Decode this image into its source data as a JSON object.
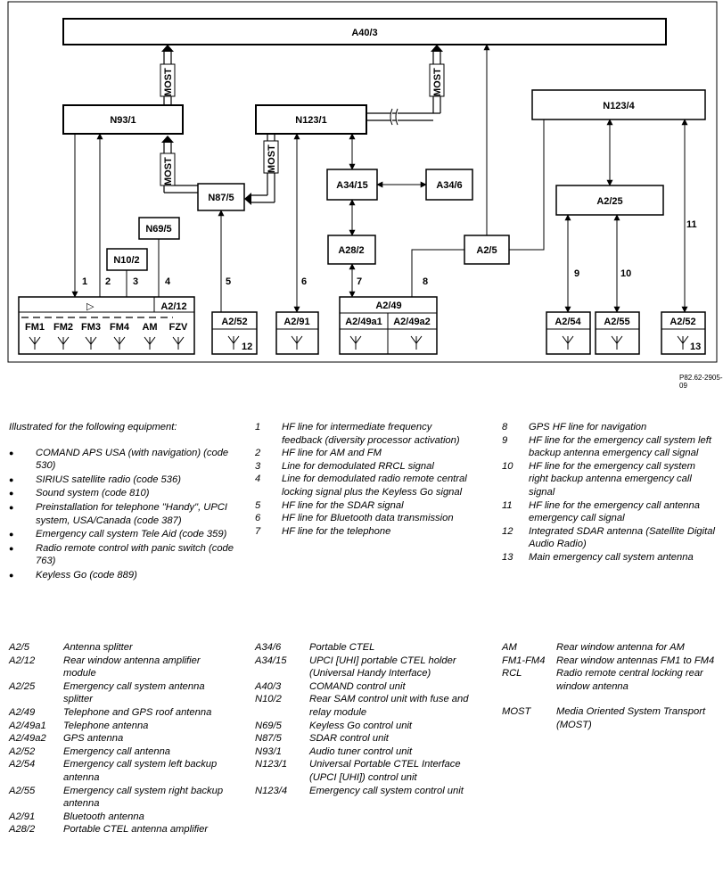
{
  "diagram": {
    "blocks": {
      "a40_3": "A40/3",
      "n93_1": "N93/1",
      "n123_1": "N123/1",
      "n123_4": "N123/4",
      "n87_5": "N87/5",
      "a34_15": "A34/15",
      "a34_6": "A34/6",
      "n69_5": "N69/5",
      "n10_2": "N10/2",
      "a28_2": "A28/2",
      "a2_5": "A2/5",
      "a2_25": "A2/25",
      "a2_12": "A2/12",
      "a2_52_left": "A2/52",
      "a2_91": "A2/91",
      "a2_49": "A2/49",
      "a2_49a1": "A2/49a1",
      "a2_49a2": "A2/49a2",
      "a2_54": "A2/54",
      "a2_55": "A2/55",
      "a2_52_right": "A2/52"
    },
    "antennas": [
      "FM1",
      "FM2",
      "FM3",
      "FM4",
      "AM",
      "FZV"
    ],
    "most_label": "MOST",
    "line_numbers": [
      "1",
      "2",
      "3",
      "4",
      "5",
      "6",
      "7",
      "8",
      "9",
      "10",
      "11"
    ],
    "subscript_12": "12",
    "subscript_13": "13",
    "amp_symbol": "▷",
    "reference": "P82.62-2905-09"
  },
  "legend": {
    "intro": "Illustrated for the following equipment:",
    "bullet": "●",
    "equipment": [
      "COMAND APS USA (with navigation) (code 530)",
      "SIRIUS satellite radio (code 536)",
      "Sound system (code 810)",
      "Preinstallation for telephone \"Handy\", UPCI system, USA/Canada (code 387)",
      "Emergency call system Tele Aid (code 359)",
      "Radio remote control with panic switch (code 763)",
      "Keyless Go (code 889)"
    ],
    "notes_a": [
      {
        "n": "1",
        "t": "HF line for intermediate frequency feedback (diversity processor activation)"
      },
      {
        "n": "2",
        "t": "HF line for AM and FM"
      },
      {
        "n": "3",
        "t": "Line for demodulated RRCL signal"
      },
      {
        "n": "4",
        "t": "Line for demodulated radio remote central locking signal plus the Keyless Go signal"
      },
      {
        "n": "5",
        "t": "HF line for the SDAR signal"
      },
      {
        "n": "6",
        "t": "HF line for Bluetooth data transmission"
      },
      {
        "n": "7",
        "t": "HF line for the telephone"
      }
    ],
    "notes_b": [
      {
        "n": "8",
        "t": "GPS HF line for navigation"
      },
      {
        "n": "9",
        "t": "HF line for the emergency call system left backup antenna emergency call signal"
      },
      {
        "n": "10",
        "t": "HF line for the emergency call system right backup antenna emergency call signal"
      },
      {
        "n": "11",
        "t": "HF line for the emergency call antenna emergency call signal"
      },
      {
        "n": "12",
        "t": "Integrated SDAR antenna (Satellite Digital Audio Radio)"
      },
      {
        "n": "13",
        "t": "Main emergency call system antenna"
      }
    ]
  },
  "abbreviations": {
    "col1": [
      {
        "k": "A2/5",
        "v": "Antenna splitter"
      },
      {
        "k": "A2/12",
        "v": "Rear window antenna amplifier module"
      },
      {
        "k": "A2/25",
        "v": "Emergency call system antenna splitter"
      },
      {
        "k": "A2/49",
        "v": "Telephone and GPS roof antenna"
      },
      {
        "k": "A2/49a1",
        "v": "Telephone antenna"
      },
      {
        "k": "A2/49a2",
        "v": "GPS antenna"
      },
      {
        "k": "A2/52",
        "v": "Emergency call antenna"
      },
      {
        "k": "A2/54",
        "v": "Emergency call system left backup antenna"
      },
      {
        "k": "A2/55",
        "v": "Emergency call system right backup antenna"
      },
      {
        "k": "A2/91",
        "v": "Bluetooth antenna"
      },
      {
        "k": "A28/2",
        "v": "Portable CTEL antenna amplifier"
      }
    ],
    "col2": [
      {
        "k": "A34/6",
        "v": "Portable CTEL"
      },
      {
        "k": "A34/15",
        "v": "UPCI [UHI] portable CTEL holder (Universal Handy Interface)"
      },
      {
        "k": "A40/3",
        "v": "COMAND control unit"
      },
      {
        "k": "N10/2",
        "v": "Rear SAM control unit with fuse and relay module"
      },
      {
        "k": "N69/5",
        "v": "Keyless Go control unit"
      },
      {
        "k": "N87/5",
        "v": "SDAR control unit"
      },
      {
        "k": "N93/1",
        "v": "Audio tuner control unit"
      },
      {
        "k": "N123/1",
        "v": "Universal Portable CTEL Interface (UPCI [UHI]) control unit"
      },
      {
        "k": "N123/4",
        "v": "Emergency call system control unit"
      }
    ],
    "col3": [
      {
        "k": "AM",
        "v": "Rear window antenna for AM"
      },
      {
        "k": "FM1-FM4",
        "v": "Rear window antennas FM1 to FM4"
      },
      {
        "k": "RCL",
        "v": "Radio remote central locking rear window antenna"
      },
      {
        "k": "MOST",
        "v": "Media Oriented System Transport (MOST)"
      }
    ]
  }
}
